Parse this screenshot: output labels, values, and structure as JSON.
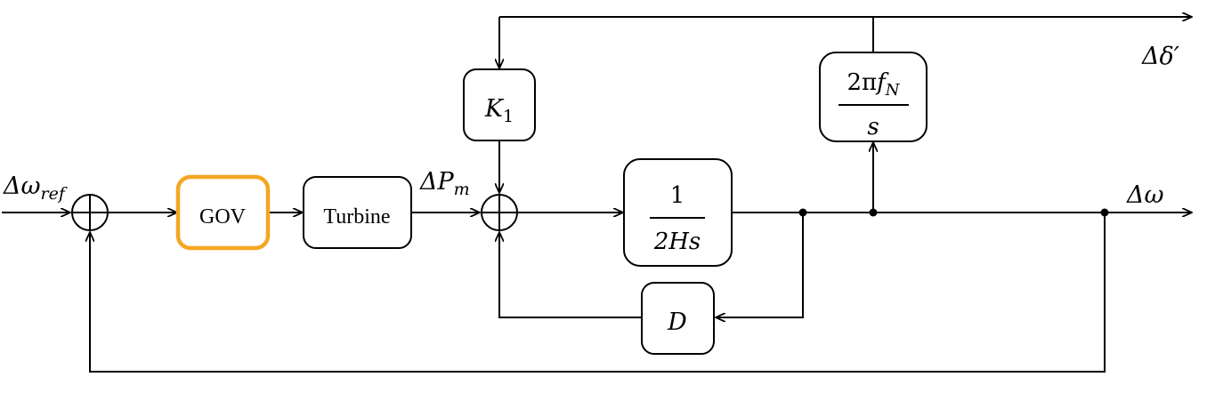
{
  "labels": {
    "input_ref_main": "Δω",
    "input_ref_sub": "ref",
    "pm_main": "ΔP",
    "pm_sub": "m",
    "delta_out": "Δδ′",
    "omega_out": "Δω"
  },
  "blocks": {
    "gov": "GOV",
    "turbine": "Turbine",
    "k1_main": "K",
    "k1_sub": "1",
    "inertia_num": "1",
    "inertia_den": "2Hs",
    "integrator_num_2pi": "2π",
    "integrator_num_f": "f",
    "integrator_num_sub": "N",
    "integrator_den": "s",
    "damping": "D"
  },
  "colors": {
    "highlight": "#f5a623",
    "stroke": "#000000"
  }
}
